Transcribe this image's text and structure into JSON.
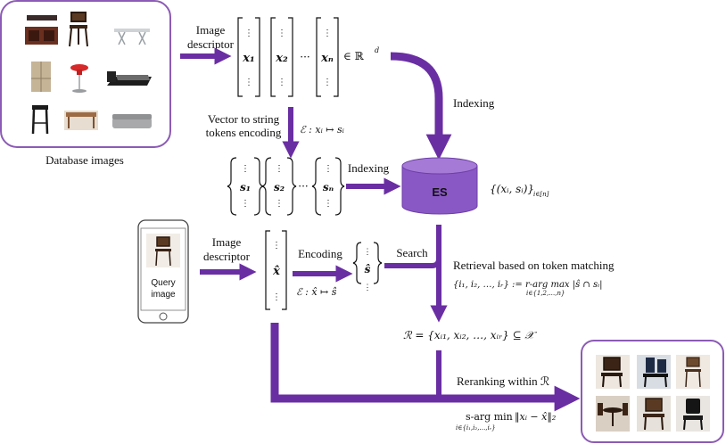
{
  "colors": {
    "arrow": "#6a2ea3",
    "frame": "#8c5bb5",
    "es_fill": "#8a58c4",
    "es_top": "#a57ad6"
  },
  "database": {
    "caption": "Database images",
    "thumbnails": [
      "tv-stand",
      "bar-stool",
      "glass-desk",
      "wooden-cabinet",
      "red-bar-stool",
      "black-bed",
      "black-stool",
      "wooden-table",
      "gray-sofa"
    ]
  },
  "top": {
    "descriptor_label": [
      "Image",
      "descriptor"
    ],
    "vector_labels": [
      "x₁",
      "x₂",
      "xₙ"
    ],
    "dots": "···",
    "membership": "∈ ℝ",
    "membership_sup": "d",
    "indexing_right": "Indexing"
  },
  "middle": {
    "encoding_label": [
      "Vector to string",
      "tokens encoding"
    ],
    "encoding_formula": "ℰ : xᵢ ↦ sᵢ",
    "token_labels": [
      "s₁",
      "s₂",
      "sₙ"
    ],
    "dots": "···",
    "indexing": "Indexing",
    "es_label": "ES",
    "es_set": "{(xᵢ, sᵢ)}",
    "es_set_sub": "i∈[n]"
  },
  "query": {
    "phone_caption": [
      "Query",
      "image"
    ],
    "descriptor_label": [
      "Image",
      "descriptor"
    ],
    "vector_label": "x̂",
    "encoding": "Encoding",
    "encoding_formula": "ℰ : x̂ ↦ ŝ",
    "token_label": "ŝ",
    "search": "Search",
    "retrieval_title": "Retrieval based on token matching",
    "retrieval_formula": "{i₁, i₂, …, iᵣ} := r-arg max |ŝ ∩ sᵢ|",
    "retrieval_sub": "i∈{1,2,…,n}",
    "result_set": "ℛ = {xᵢ₁, xᵢ₂, …, xᵢᵣ} ⊆ 𝒳",
    "reranking": "Reranking within ℛ",
    "rerank_formula": "s-arg min",
    "rerank_norm": "‖xᵢ − x̂‖₂",
    "rerank_sub": "i∈{i₁,i₂,…,iᵣ}"
  },
  "results": {
    "thumbnails": [
      "chair-dark-wood",
      "chair-navy-cushion",
      "bar-stool-light",
      "dining-set",
      "chair-ornate",
      "chair-black-leather"
    ]
  }
}
